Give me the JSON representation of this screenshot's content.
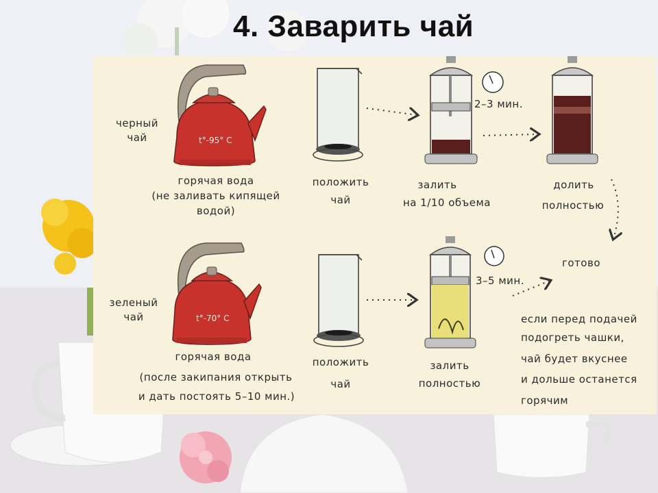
{
  "title": "4. Заварить чай",
  "black_tea": {
    "label": "черный чай",
    "kettle_temp": "t°-95° C",
    "water_title": "горячая вода",
    "water_note_1": "(не заливать кипящей",
    "water_note_2": "водой)",
    "step_put_1": "положить",
    "step_put_2": "чай",
    "brew_time": "2–3 мин.",
    "step_pour_1": "залить",
    "step_pour_2": "на 1/10 объема",
    "step_fill_1": "долить",
    "step_fill_2": "полностью"
  },
  "ready_label": "готово",
  "green_tea": {
    "label": "зеленый чай",
    "kettle_temp": "t°-70° C",
    "water_title": "горячая вода",
    "water_note_1": "(после закипания открыть",
    "water_note_2": "и дать постоять 5–10 мин.)",
    "step_put_1": "положить",
    "step_put_2": "чай",
    "brew_time": "3–5 мин.",
    "step_pour_1": "залить",
    "step_pour_2": "полностью"
  },
  "tip": [
    "если перед подачей",
    "подогреть чашки,",
    "чай будет вкуснее",
    "и дольше останется",
    "горячим"
  ],
  "colors": {
    "panel": "#f8f1db",
    "kettle": "#c8322c",
    "handle": "#a69c8e",
    "black_brew": "#5a1f1c",
    "green_brew": "#e8df7a",
    "flower_yellow": "#f5c21b",
    "flower_pink": "#f2a6b4"
  }
}
